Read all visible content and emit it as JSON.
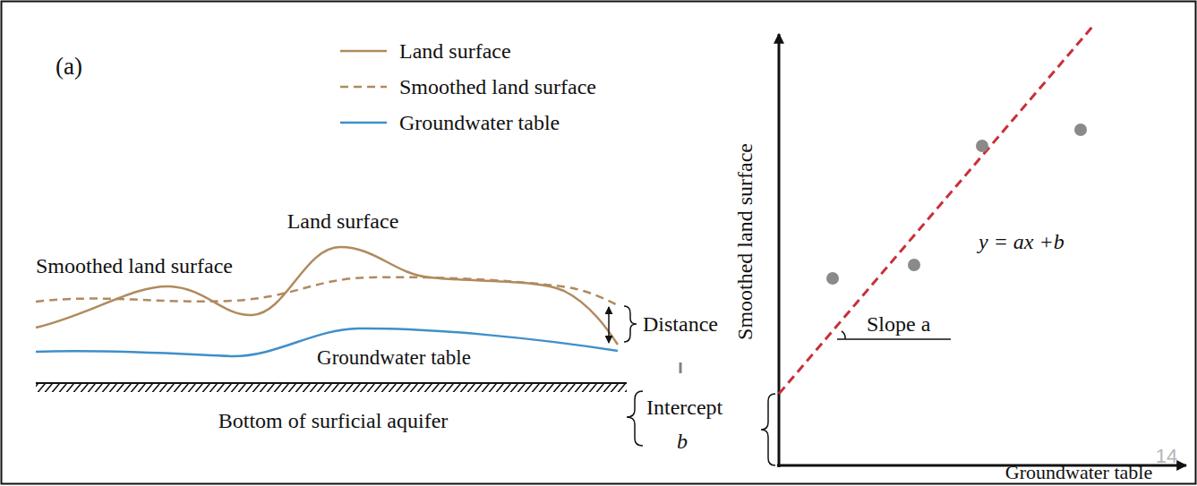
{
  "diagram": {
    "labels": [
      "(a)",
      "Land surface",
      "Smoothed land surface",
      "Groundwater table",
      "Bottom of surficial aquifer",
      "Distance",
      "‖",
      "Intercept",
      "b",
      "Smoothed land surface",
      "y = ax +b",
      "Slope a",
      "Groundwater table",
      "14"
    ],
    "legend": [
      {
        "text": "Land surface"
      },
      {
        "text": "Smoothed land surface"
      },
      {
        "text": "Groundwater table"
      }
    ]
  }
}
